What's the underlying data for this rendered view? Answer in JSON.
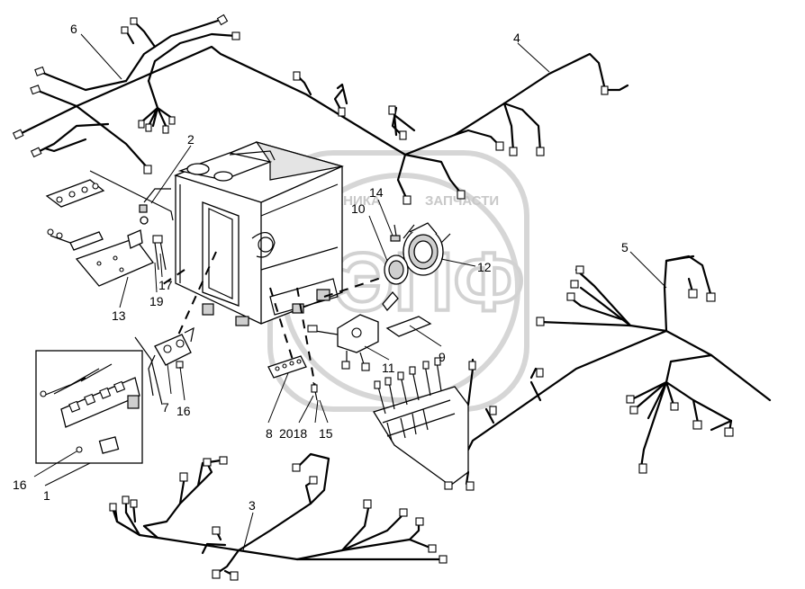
{
  "watermark": {
    "text_left": "ТЕХНИКА",
    "text_right": "ЗАПЧАСТИ",
    "logo_letters": "ЭПФ"
  },
  "callouts": {
    "c1": "1",
    "c2": "2",
    "c3": "3",
    "c4": "4",
    "c5": "5",
    "c6": "6",
    "c7": "7",
    "c8": "8",
    "c9": "9",
    "c10": "10",
    "c11": "11",
    "c12": "12",
    "c13": "13",
    "c14": "14",
    "c15": "15",
    "c16a": "16",
    "c16b": "16",
    "c17": "17",
    "c19": "19",
    "c20_18": "2018"
  }
}
